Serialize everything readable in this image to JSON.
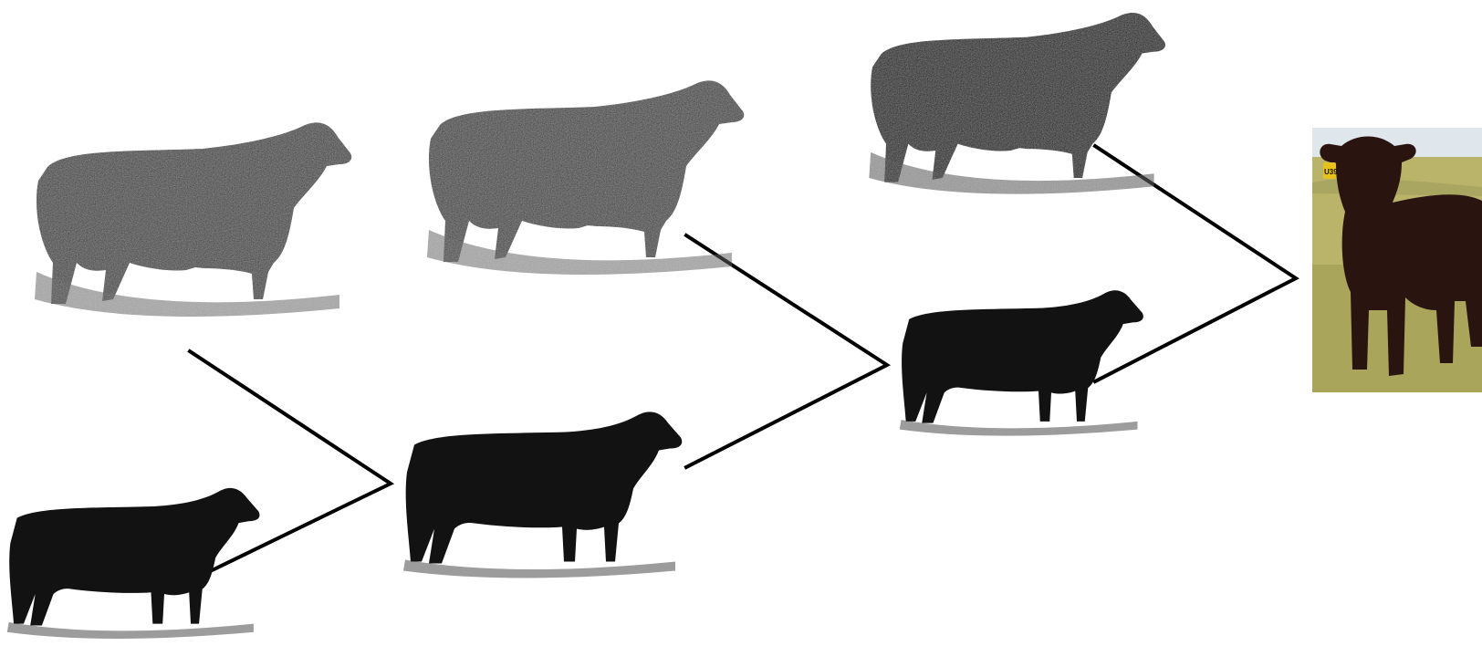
{
  "diagram": {
    "type": "pedigree",
    "colors": {
      "connector": "#000000",
      "animal": "#111111",
      "ground": "#3a3a3a",
      "photo_sky": "#dfe6ec",
      "photo_grass": "#b9b46a",
      "photo_calf": "#2a1410",
      "ear_tag": "#e8c21c"
    },
    "nodes": [
      {
        "id": "gen3-sire",
        "kind": "bull-sketch"
      },
      {
        "id": "gen3-dam",
        "kind": "cow-sketch"
      },
      {
        "id": "gen2-sire",
        "kind": "bull-sketch"
      },
      {
        "id": "gen2-dam",
        "kind": "cow-sketch"
      },
      {
        "id": "gen1-sire",
        "kind": "bull-sketch"
      },
      {
        "id": "gen1-dam",
        "kind": "cow-sketch"
      },
      {
        "id": "offspring",
        "kind": "photo",
        "ear_tag": "U39"
      }
    ]
  }
}
